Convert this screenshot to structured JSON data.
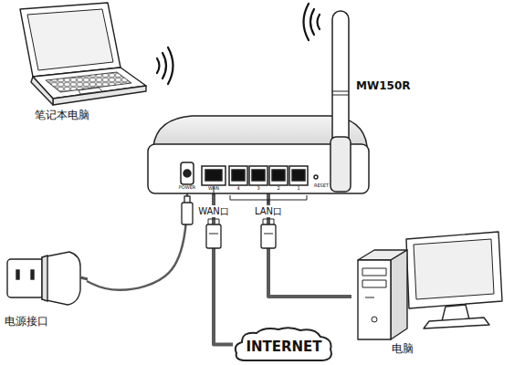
{
  "diagram": {
    "nodes": [
      {
        "text": [
          "笔记本电脑"
        ]
      },
      {
        "text": [
          "MW150R"
        ]
      },
      {
        "text": [
          "电源接口"
        ]
      },
      {
        "text": [
          "电脑"
        ]
      },
      {
        "text": [
          "INTERNET"
        ]
      }
    ],
    "edges": [
      {
        "from": 1,
        "to": 2,
        "arrow": "none"
      },
      {
        "from": 1,
        "to": 4,
        "arrow": "none"
      },
      {
        "from": 1,
        "to": 3,
        "arrow": "none"
      }
    ],
    "labels": [
      "POWER",
      "WAN",
      "4",
      "3",
      "2",
      "1",
      "RESET",
      "WAN口",
      "LAN口"
    ]
  }
}
